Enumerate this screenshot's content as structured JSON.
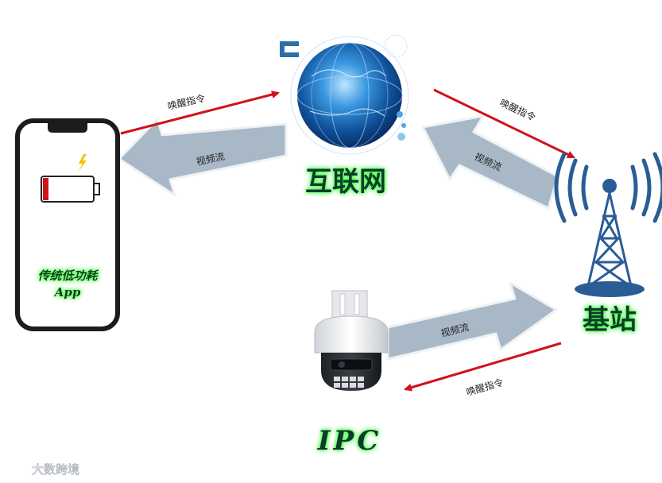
{
  "nodes": {
    "internet": {
      "label": "互联网"
    },
    "base_station": {
      "label": "基站"
    },
    "ipc": {
      "label": "IPC"
    },
    "phone": {
      "label_line1": "传统低功耗",
      "label_line2": "App"
    }
  },
  "edges": {
    "phone_to_internet": "唤醒指令",
    "internet_to_phone": "视频流",
    "internet_to_station": "唤醒指令",
    "station_to_internet": "视频流",
    "ipc_to_station": "视频流",
    "station_to_ipc": "唤醒指令"
  },
  "colors": {
    "command_arrow": "#d0121b",
    "video_arrow": "#a9b8c6",
    "glow": "#3dff3d",
    "globe": "#1d6fb8",
    "tower": "#2a5d96",
    "battery": "#d0121b"
  },
  "watermark": "大数跨境"
}
